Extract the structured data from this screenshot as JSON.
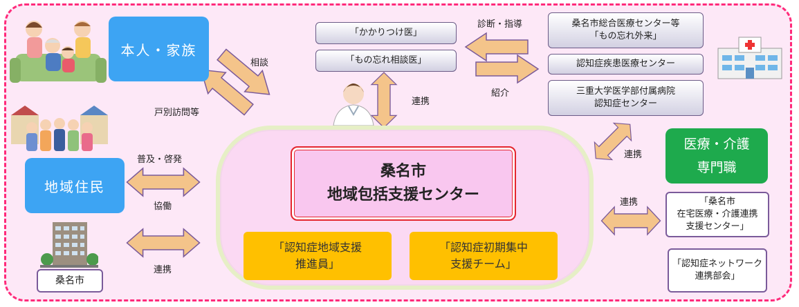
{
  "center": {
    "line1": "桑名市",
    "line2": "地域包括支援センター"
  },
  "person_family": "本人・家族",
  "community_residents": "地域住民",
  "kuwana_city": "桑名市",
  "doctors": {
    "kakaritsuke": "「かかりつけ医」",
    "monowasure_soudan": "「もの忘れ相談医」"
  },
  "hospitals": {
    "kuwana_general_line1": "桑名市総合医療センター等",
    "kuwana_general_line2": "「もの忘れ外来」",
    "dementia_center": "認知症疾患医療センター",
    "mie_univ_line1": "三重大学医学部付属病院",
    "mie_univ_line2": "認知症センター"
  },
  "medical_care": {
    "line1": "医療・介護",
    "line2": "専門職"
  },
  "home_care_center": {
    "line1": "「桑名市",
    "line2": "在宅医療・介護連携",
    "line3": "支援センター」"
  },
  "dementia_network": {
    "line1": "「認知症ネットワーク",
    "line2": "連携部会」"
  },
  "promoter": {
    "line1": "「認知症地域支援",
    "line2": "推進員」"
  },
  "support_team": {
    "line1": "「認知症初期集中",
    "line2": "支援チーム」"
  },
  "labels": {
    "soudan": "相談",
    "kobetsu_houmon": "戸別訪問等",
    "fukyu_keihatsu": "普及・啓発",
    "kyoudou": "協働",
    "renkei": "連携",
    "shindan_shidou": "診断・指導",
    "shoukai": "紹介"
  },
  "colors": {
    "frame_dash": "#ff2a7a",
    "frame_bg": "#fde8f7",
    "blue": "#3da4f3",
    "green": "#1eaa4d",
    "orange": "#ffc000",
    "arrow_fill": "#f4c48a",
    "arrow_stroke": "#7a5a9a"
  }
}
